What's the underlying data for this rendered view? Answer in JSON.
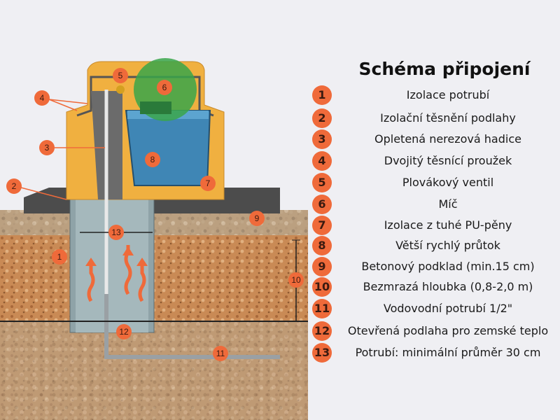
{
  "title": "Schéma připojení",
  "legend": [
    {
      "num": "1",
      "label": "Izolace potrubí"
    },
    {
      "num": "2",
      "label": "Izolační těsnění podlahy"
    },
    {
      "num": "3",
      "label": "Opletená nerezová hadice"
    },
    {
      "num": "4",
      "label": "Dvojitý těsnící proužek"
    },
    {
      "num": "5",
      "label": "Plovákový ventil"
    },
    {
      "num": "6",
      "label": "Míč"
    },
    {
      "num": "7",
      "label": "Izolace z tuhé PU-pěny"
    },
    {
      "num": "8",
      "label": "Větší rychlý průtok"
    },
    {
      "num": "9",
      "label": "Betonový podklad (min.15 cm)"
    },
    {
      "num": "10",
      "label": "Bezmrazá hloubka (0,8-2,0 m)"
    },
    {
      "num": "11",
      "label": "Vodovodní potrubí 1/2\""
    },
    {
      "num": "12",
      "label": "Otevřená podlaha pro zemské teplo"
    },
    {
      "num": "13",
      "label": "Potrubí: minimální průměr 30 cm"
    }
  ],
  "colors": {
    "badge": "#ef6a3a",
    "foam": "#f0b040",
    "soil": "#c98a55",
    "concrete": "#4a4a4a",
    "water": "#3f86b5",
    "ball": "#3aa64a"
  }
}
